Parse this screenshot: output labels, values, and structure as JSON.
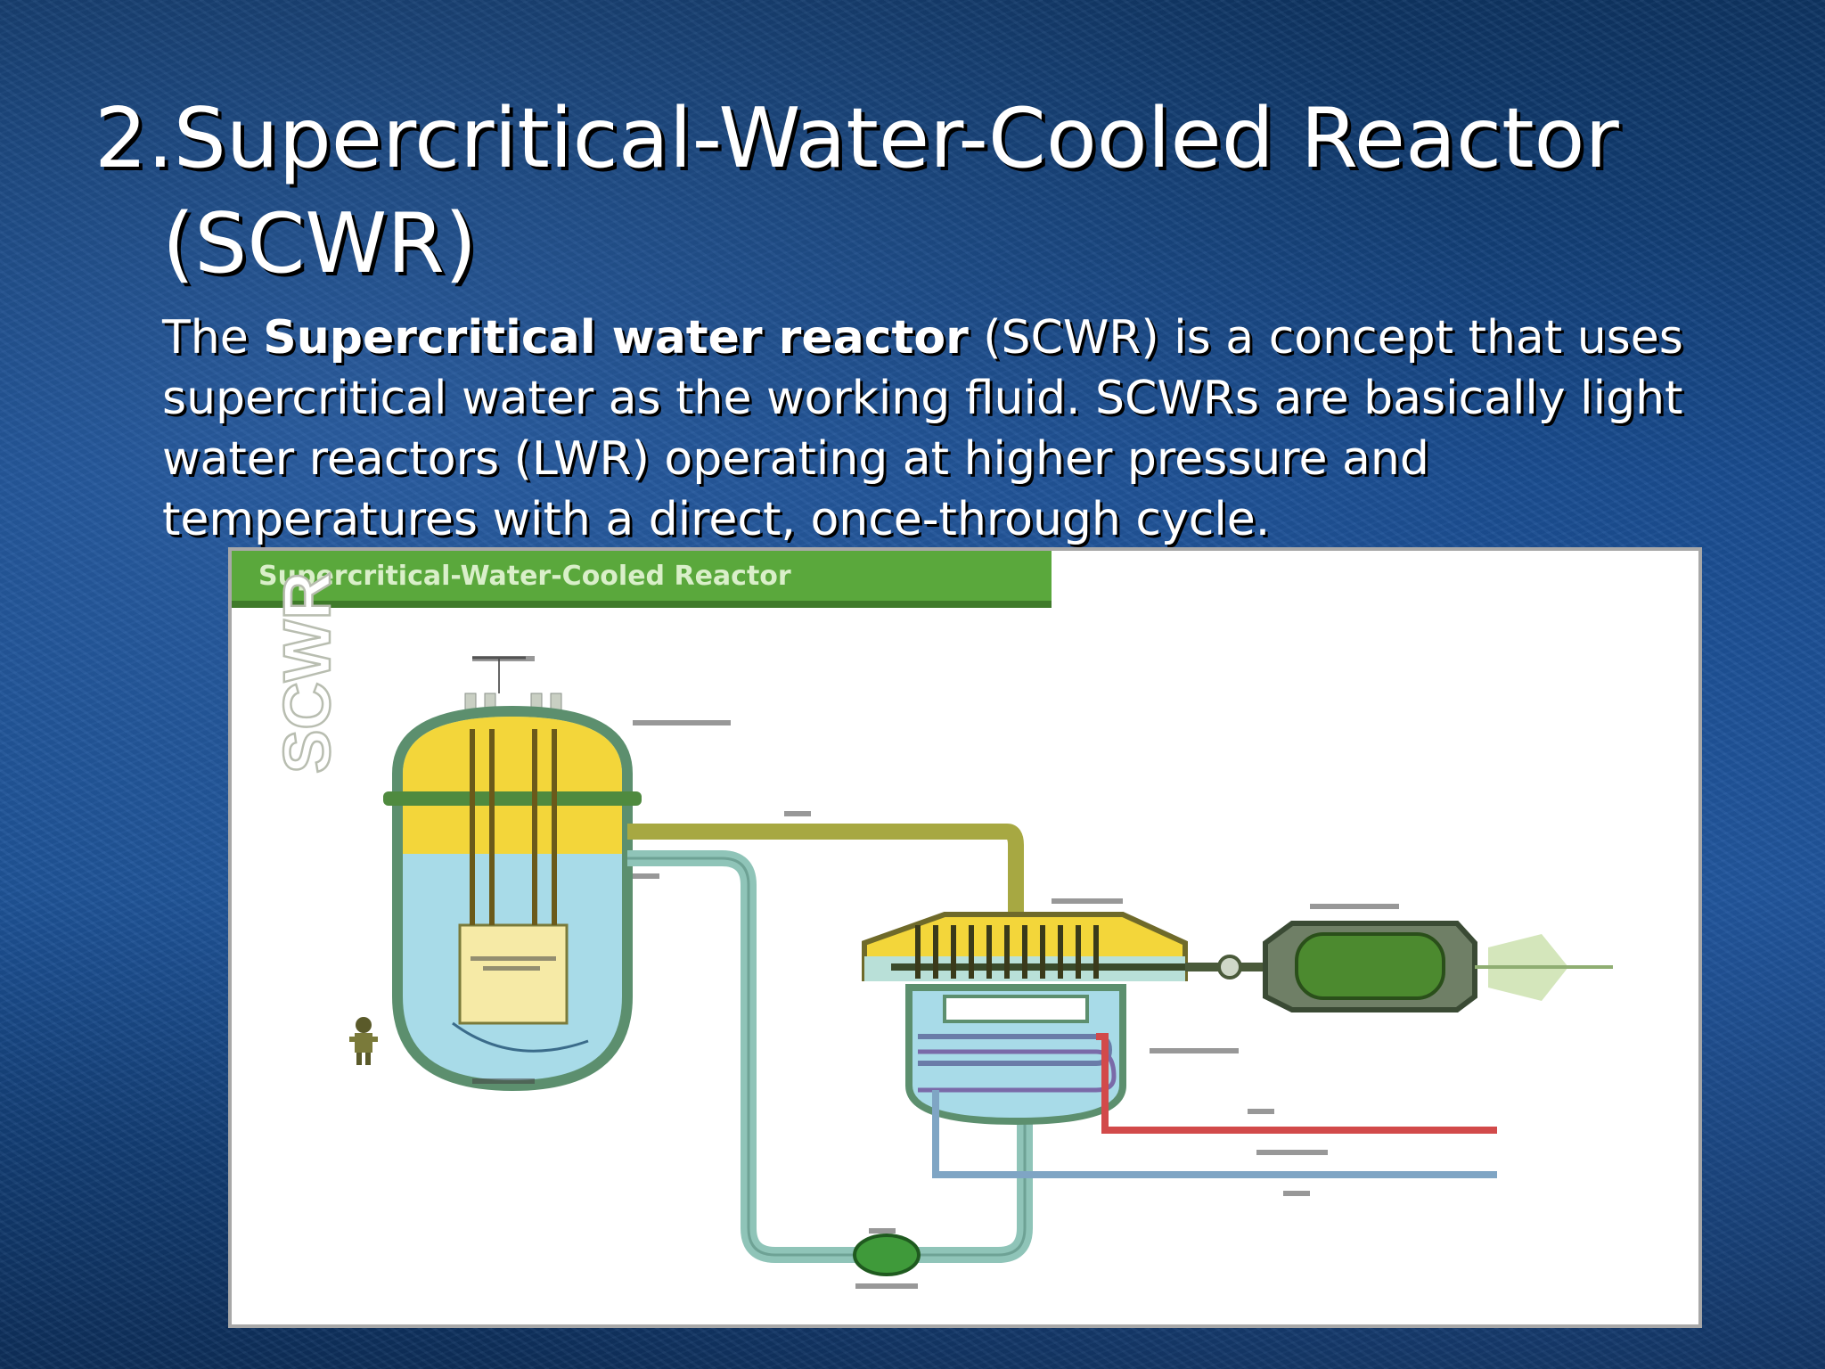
{
  "slide": {
    "title_line1": "2.Supercritical-Water-Cooled Reactor",
    "title_line2": "(SCWR)",
    "body_lead": "The ",
    "body_bold": "Supercritical water reactor",
    "body_rest": " (SCWR) is a concept that uses supercritical water as the working fluid. SCWRs are basically light water reactors (LWR) operating at higher pressure and temperatures with a direct, once-through cycle."
  },
  "figure": {
    "header": "Supercritical-Water-Cooled Reactor",
    "side_label": "SCWR",
    "colors": {
      "header_green": "#5aa83c",
      "vessel_yellow": "#f3d63a",
      "water_blue": "#a8dbe8",
      "pipe_olive": "#a7a842",
      "pipe_teal": "#8fc4b8",
      "hot_red": "#d24a4a",
      "cold_blue": "#7fa5c4",
      "generator_green": "#3f7a2a"
    }
  }
}
